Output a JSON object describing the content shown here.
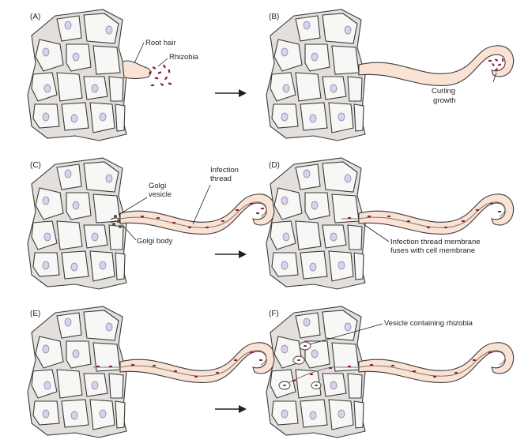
{
  "panels": [
    {
      "label": "(A)",
      "callouts": [
        {
          "text": "Root hair"
        },
        {
          "text": "Rhizobia"
        }
      ]
    },
    {
      "label": "(B)",
      "callouts": [
        {
          "text": "Curling"
        },
        {
          "text": "growth"
        }
      ]
    },
    {
      "label": "(C)",
      "callouts": [
        {
          "text": "Infection"
        },
        {
          "text": "thread"
        },
        {
          "text": "Golgi"
        },
        {
          "text": "vesicle"
        },
        {
          "text": "Golgi body"
        }
      ]
    },
    {
      "label": "(D)",
      "callouts": [
        {
          "text": "Infection thread membrane"
        },
        {
          "text": "fuses with cell membrane"
        }
      ]
    },
    {
      "label": "(E)",
      "callouts": []
    },
    {
      "label": "(F)",
      "callouts": [
        {
          "text": "Vesicle containing rhizobia"
        }
      ]
    }
  ],
  "colors": {
    "root_hair_fill": "#fae3d4",
    "rhizobia": "#8e1a38",
    "nucleus": "#d9d2ea",
    "cell_outline": "#3d3a38"
  },
  "icons": [
    "right-arrow-icon"
  ]
}
